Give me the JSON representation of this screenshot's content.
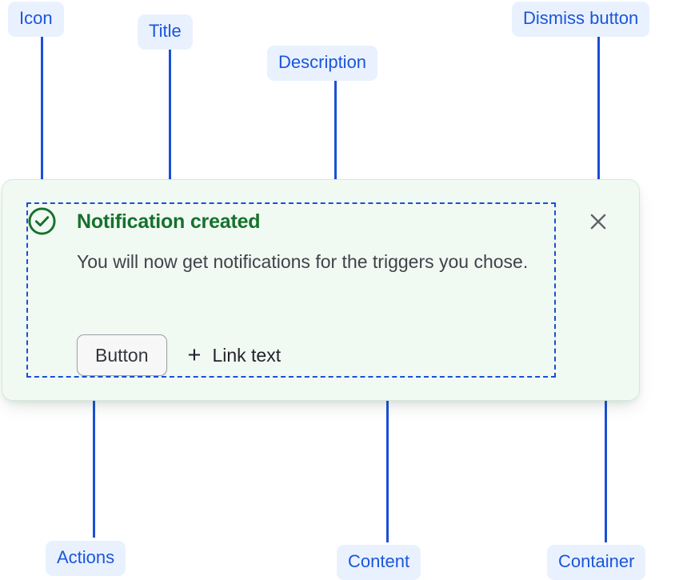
{
  "annotations": [
    {
      "key": "icon",
      "label": "Icon"
    },
    {
      "key": "title",
      "label": "Title"
    },
    {
      "key": "description",
      "label": "Description"
    },
    {
      "key": "dismiss",
      "label": "Dismiss button"
    },
    {
      "key": "actions",
      "label": "Actions"
    },
    {
      "key": "content",
      "label": "Content"
    },
    {
      "key": "container",
      "label": "Container"
    }
  ],
  "notification": {
    "icon_name": "success-check-circle-icon",
    "title": "Notification created",
    "description": "You will now get notifications for the triggers you chose.",
    "actions": {
      "button_label": "Button",
      "plus_icon": "+",
      "link_label": "Link text"
    },
    "dismiss_icon": "close-x-icon"
  },
  "colors": {
    "badge_background": "#EAF1FE",
    "badge_text": "#1A56DB",
    "leader_line": "#1A4FD6",
    "card_background": "#F1F9F3",
    "card_border": "#D4EADB",
    "title_green": "#15712B",
    "description_gray": "#3F4349",
    "button_border": "#9BA0A6",
    "dismiss_gray": "#5F6368"
  }
}
